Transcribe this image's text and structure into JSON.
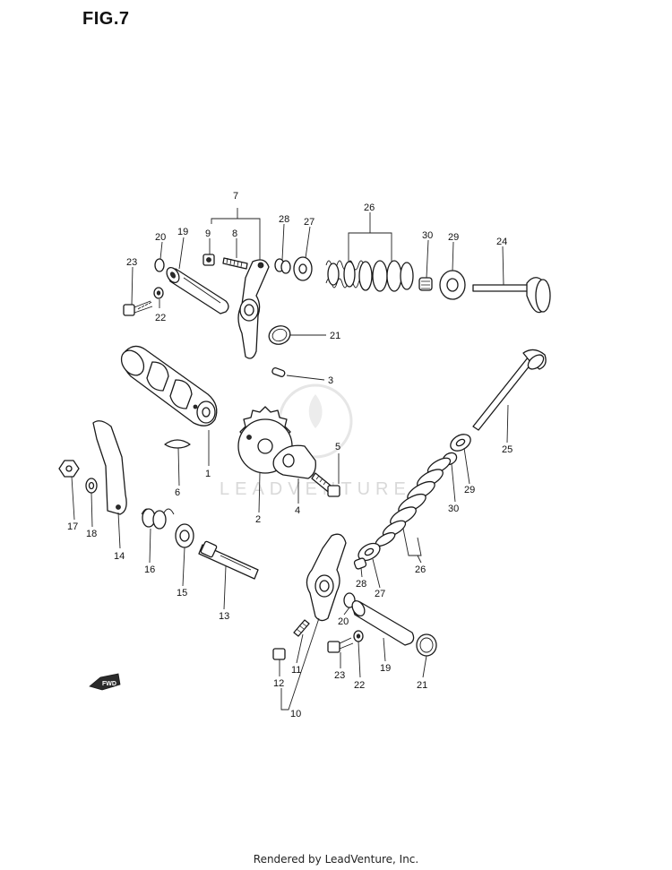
{
  "figure": {
    "title": "FIG.7"
  },
  "footer": {
    "credit": "Rendered by LeadVenture, Inc."
  },
  "watermark": {
    "text": "LEADVENTURE"
  },
  "fwd_marker": {
    "text": "FWD"
  },
  "callouts": [
    {
      "id": "c7",
      "number": "7"
    },
    {
      "id": "c9",
      "number": "9"
    },
    {
      "id": "c8",
      "number": "8"
    },
    {
      "id": "c20a",
      "number": "20"
    },
    {
      "id": "c19a",
      "number": "19"
    },
    {
      "id": "c23a",
      "number": "23"
    },
    {
      "id": "c22a",
      "number": "22"
    },
    {
      "id": "c28a",
      "number": "28"
    },
    {
      "id": "c27a",
      "number": "27"
    },
    {
      "id": "c26a",
      "number": "26"
    },
    {
      "id": "c30a",
      "number": "30"
    },
    {
      "id": "c29a",
      "number": "29"
    },
    {
      "id": "c24",
      "number": "24"
    },
    {
      "id": "c21a",
      "number": "21"
    },
    {
      "id": "c3",
      "number": "3"
    },
    {
      "id": "c1",
      "number": "1"
    },
    {
      "id": "c6",
      "number": "6"
    },
    {
      "id": "c5",
      "number": "5"
    },
    {
      "id": "c4",
      "number": "4"
    },
    {
      "id": "c2",
      "number": "2"
    },
    {
      "id": "c25",
      "number": "25"
    },
    {
      "id": "c29b",
      "number": "29"
    },
    {
      "id": "c30b",
      "number": "30"
    },
    {
      "id": "c26b",
      "number": "26"
    },
    {
      "id": "c17",
      "number": "17"
    },
    {
      "id": "c18",
      "number": "18"
    },
    {
      "id": "c14",
      "number": "14"
    },
    {
      "id": "c16",
      "number": "16"
    },
    {
      "id": "c15",
      "number": "15"
    },
    {
      "id": "c13",
      "number": "13"
    },
    {
      "id": "c28b",
      "number": "28"
    },
    {
      "id": "c27b",
      "number": "27"
    },
    {
      "id": "c20b",
      "number": "20"
    },
    {
      "id": "c19b",
      "number": "19"
    },
    {
      "id": "c21b",
      "number": "21"
    },
    {
      "id": "c22b",
      "number": "22"
    },
    {
      "id": "c23b",
      "number": "23"
    },
    {
      "id": "c11",
      "number": "11"
    },
    {
      "id": "c12",
      "number": "12"
    },
    {
      "id": "c10",
      "number": "10"
    }
  ]
}
